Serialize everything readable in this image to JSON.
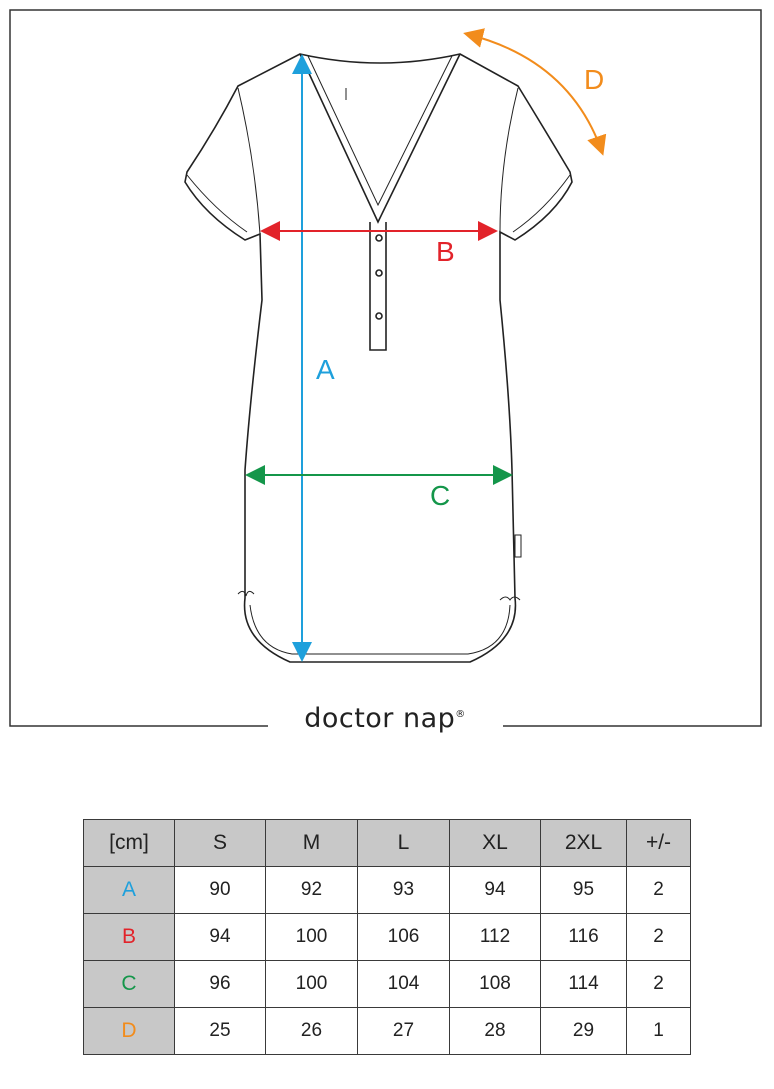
{
  "diagram": {
    "labels": {
      "A": "A",
      "B": "B",
      "C": "C",
      "D": "D"
    },
    "colors": {
      "A": "#1ea0dc",
      "B": "#e2232a",
      "C": "#14964a",
      "D": "#f28c1c"
    },
    "brand": "doctor nap",
    "brand_mark": "®"
  },
  "table": {
    "headers": [
      "[cm]",
      "S",
      "M",
      "L",
      "XL",
      "2XL",
      "+/-"
    ],
    "rows": [
      {
        "label": "A",
        "values": [
          "90",
          "92",
          "93",
          "94",
          "95",
          "2"
        ]
      },
      {
        "label": "B",
        "values": [
          "94",
          "100",
          "106",
          "112",
          "116",
          "2"
        ]
      },
      {
        "label": "C",
        "values": [
          "96",
          "100",
          "104",
          "108",
          "114",
          "2"
        ]
      },
      {
        "label": "D",
        "values": [
          "25",
          "26",
          "27",
          "28",
          "29",
          "1"
        ]
      }
    ]
  }
}
